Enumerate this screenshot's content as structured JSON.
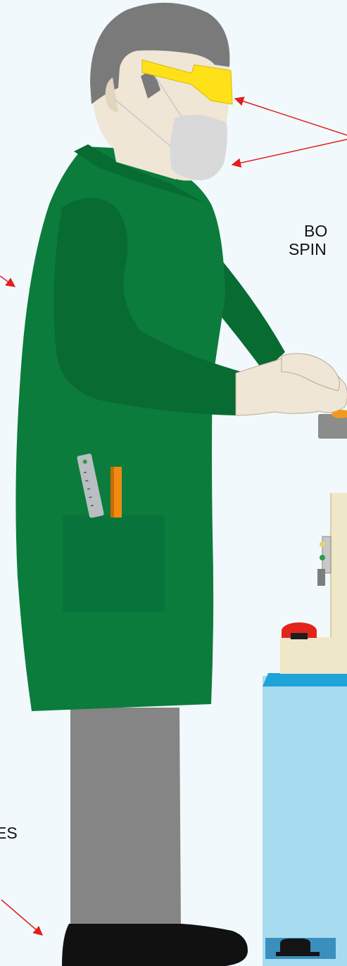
{
  "labels": {
    "top_left": ".",
    "right_line1": "BO",
    "right_line2": "SPIN",
    "bottom_left": "ES"
  },
  "colors": {
    "background": "#f1f9fc",
    "coat": "#0b7c3b",
    "coat_shadow": "#086b32",
    "pocket": "#08733a",
    "hair": "#7a7a7a",
    "skin": "#f0e6d6",
    "goggles": "#ffe11a",
    "mask": "#d9d9d9",
    "trousers": "#858585",
    "shoes": "#111111",
    "pencil": "#f08a10",
    "ruler": "#b8bec2",
    "arrow": "#e0201c",
    "machine_base": "#eee8c8",
    "machine_cabinet": "#a7dbf0",
    "machine_top_stripe": "#1fa3d9",
    "emergency_button": "#e2251c",
    "spindle": "#8c8c8c"
  },
  "icons": {
    "worker": "worker-figure",
    "machine": "machine-tool",
    "goggles": "safety-goggles-icon",
    "mask": "face-mask-icon",
    "emergency_stop": "emergency-stop-button-icon"
  }
}
